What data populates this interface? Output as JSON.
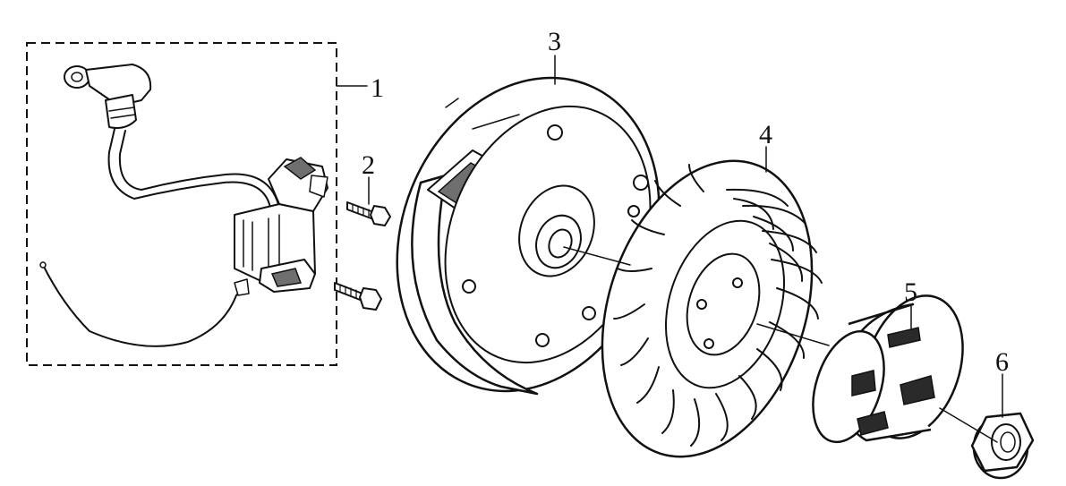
{
  "diagram": {
    "callouts": [
      {
        "id": "1",
        "label": "1",
        "part": "ignition-coil-assembly"
      },
      {
        "id": "2",
        "label": "2",
        "part": "bolt"
      },
      {
        "id": "3",
        "label": "3",
        "part": "flywheel-magneto-rotor"
      },
      {
        "id": "4",
        "label": "4",
        "part": "cooling-fan"
      },
      {
        "id": "5",
        "label": "5",
        "part": "starter-cup"
      },
      {
        "id": "6",
        "label": "6",
        "part": "flange-nut"
      }
    ]
  }
}
